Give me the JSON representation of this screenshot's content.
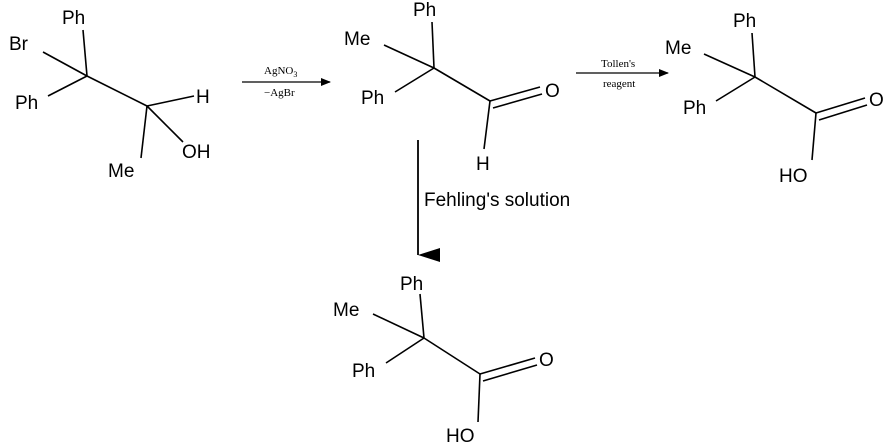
{
  "reactant": {
    "br": "Br",
    "ph_top": "Ph",
    "ph_left": "Ph",
    "h": "H",
    "oh": "OH",
    "me": "Me"
  },
  "step1": {
    "reagent_main": "AgNO",
    "reagent_sub": "3",
    "byproduct": "−AgBr"
  },
  "aldehyde": {
    "ph_top": "Ph",
    "me": "Me",
    "ph_left": "Ph",
    "o": "O",
    "h": "H"
  },
  "step2": {
    "line1": "Tollen's",
    "line2": "reagent"
  },
  "acid_right": {
    "ph_top": "Ph",
    "me": "Me",
    "ph_left": "Ph",
    "o": "O",
    "ho": "HO"
  },
  "step3": {
    "label": "Fehling's solution"
  },
  "acid_bottom": {
    "ph_top": "Ph",
    "me": "Me",
    "ph_left": "Ph",
    "o": "O",
    "ho": "HO"
  }
}
